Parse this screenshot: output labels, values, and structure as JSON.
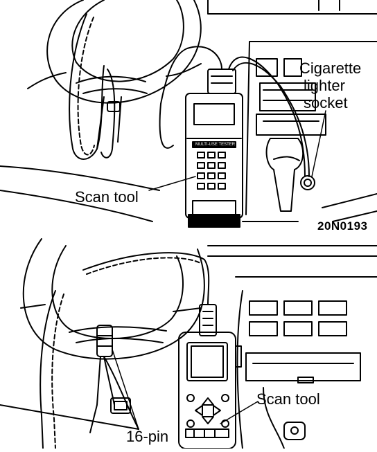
{
  "figure": {
    "top_panel": {
      "callout_cigarette_line1": "Cigarette",
      "callout_cigarette_line2": "lighter",
      "callout_cigarette_line3": "socket",
      "callout_scan_tool": "Scan tool",
      "figure_code": "20N0193",
      "tester_brand_text": "MULTI-USE TESTER"
    },
    "bottom_panel": {
      "callout_scan_tool": "Scan tool",
      "callout_connector": "16-pin"
    }
  },
  "colors": {
    "line": "#000000",
    "background": "#ffffff"
  }
}
